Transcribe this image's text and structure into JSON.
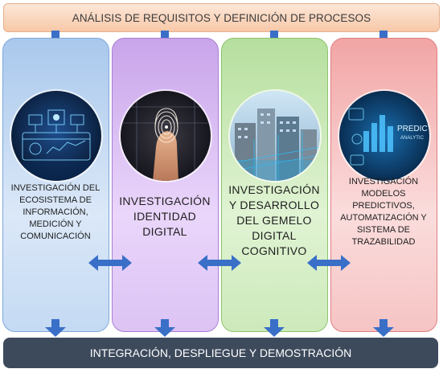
{
  "header": {
    "title": "ANÁLISIS DE REQUISITOS Y DEFINICIÓN DE PROCESOS"
  },
  "footer": {
    "title": "INTEGRACIÓN, DESPLIEGUE Y DEMOSTRACIÓN"
  },
  "columns": [
    {
      "label": "INVESTIGACIÓN DEL ECOSISTEMA DE INFORMACIÓN, MEDICIÓN Y COMUNICACIÓN",
      "image": "data-dashboard-icon"
    },
    {
      "label": "INVESTIGACIÓN IDENTIDAD DIGITAL",
      "image": "fingerprint-icon"
    },
    {
      "label": "INVESTIGACIÓN Y DESARROLLO DEL GEMELO DIGITAL COGNITIVO",
      "image": "city-buildings-icon"
    },
    {
      "label": "INVESTIGACIÓN MODELOS PREDICTIVOS, AUTOMATIZACIÓN Y SISTEMA DE TRAZABILIDAD",
      "image": "predictive-analytics-icon",
      "image_text": {
        "line1": "PREDICT",
        "line2": "ANALYTIC"
      }
    }
  ],
  "colors": {
    "arrow": "#3a6fc8",
    "banner_top": "#f9d4bc",
    "banner_bottom": "#3d4a5c"
  }
}
